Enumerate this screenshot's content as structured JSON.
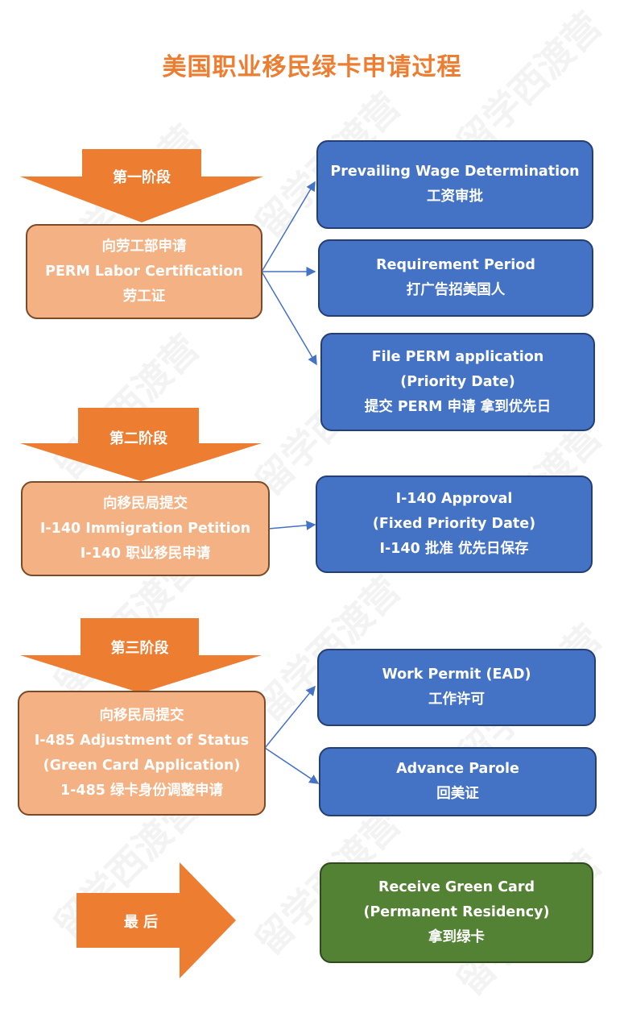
{
  "title": "美国职业移民绿卡申请过程",
  "watermark": "留学西渡营",
  "colors": {
    "title": "#ED7D31",
    "arrow": "#ED7D31",
    "stage_box": "#F4B183",
    "step_box": "#4472C4",
    "final_box": "#548235",
    "connector": "#4472C4"
  },
  "stages": [
    {
      "label": "第一阶段",
      "box_lines": [
        "向劳工部申请",
        "PERM Labor Certification",
        "劳工证"
      ],
      "steps": [
        {
          "lines": [
            "Prevailing Wage Determination",
            "工资审批"
          ]
        },
        {
          "lines": [
            "Requirement Period",
            "打广告招美国人"
          ]
        },
        {
          "lines": [
            "File PERM application",
            "(Priority Date)",
            "提交 PERM 申请  拿到优先日"
          ]
        }
      ]
    },
    {
      "label": "第二阶段",
      "box_lines": [
        "向移民局提交",
        "I-140 Immigration Petition",
        "I-140 职业移民申请"
      ],
      "steps": [
        {
          "lines": [
            "I-140 Approval",
            "(Fixed Priority Date)",
            "I-140 批准  优先日保存"
          ]
        }
      ]
    },
    {
      "label": "第三阶段",
      "box_lines": [
        "向移民局提交",
        "I-485 Adjustment of Status",
        "(Green Card Application)",
        "1-485 绿卡身份调整申请"
      ],
      "steps": [
        {
          "lines": [
            "Work Permit (EAD)",
            "工作许可"
          ]
        },
        {
          "lines": [
            "Advance Parole",
            "回美证"
          ]
        }
      ]
    }
  ],
  "final": {
    "label": "最 后",
    "lines": [
      "Receive Green Card",
      "(Permanent Residency)",
      "拿到绿卡"
    ]
  }
}
